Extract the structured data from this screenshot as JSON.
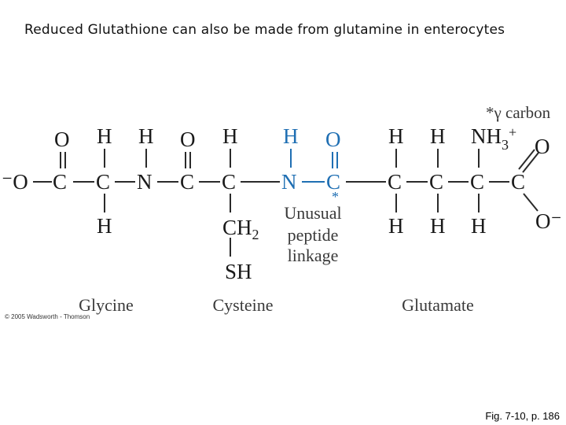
{
  "slide": {
    "title": "Reduced Glutathione can also be made from glutamine in enterocytes",
    "copyright": "© 2005 Wadsworth - Thomson",
    "figure_ref": "Fig. 7-10, p. 186"
  },
  "molecule": {
    "annotation_gamma": "*γ carbon",
    "annotation_linkage": [
      "Unusual",
      "peptide",
      "linkage"
    ],
    "residue_labels": {
      "glycine": "Glycine",
      "cysteine": "Cysteine",
      "glutamate": "Glutamate"
    },
    "colors": {
      "highlight": "#1f6fb3",
      "structure": "#1a1a1a"
    }
  }
}
